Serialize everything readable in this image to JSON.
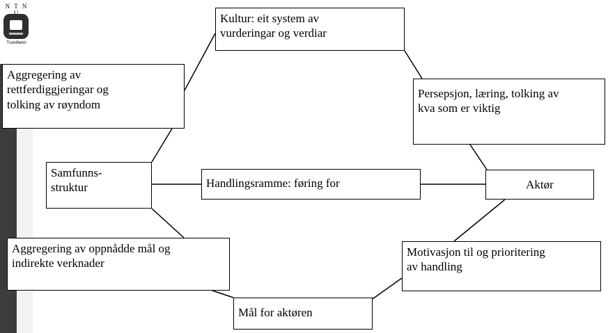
{
  "logo": {
    "letters": "N T N U",
    "city": "Trondheim"
  },
  "nodes": {
    "kultur": "Kultur: eit  system av\nvurderingar og verdiar",
    "aggregering_rett": "Aggregering av\nrettferdiggjeringar og\ntolking av røyndom",
    "persepsjon": "Persepsjon,  læring, tolking av\nkva  som er viktig",
    "samfunn": "Samfunns-\nstruktur",
    "handlingsramme": "Handlingsramme: føring for",
    "aktor": "Aktør",
    "aggregering_mal": "Aggregering av oppnådde mål og\nindirekte verknader",
    "motivasjon": "Motivasjon til og prioritering\nav handling",
    "mal": "Mål for aktøren"
  }
}
